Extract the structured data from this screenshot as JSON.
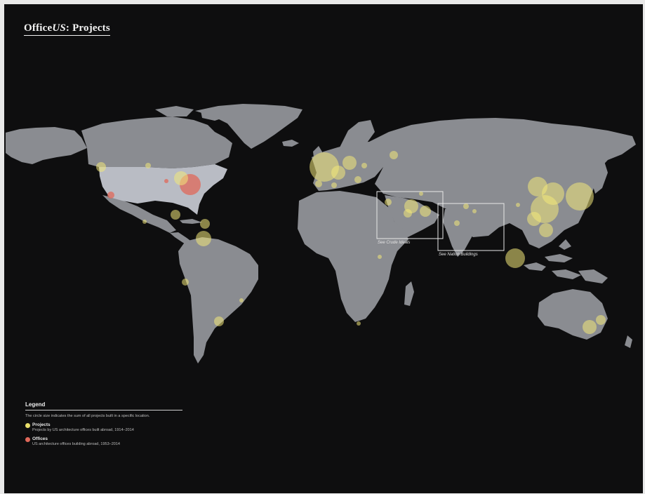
{
  "title": {
    "prefix": "Office",
    "italic": "US",
    "suffix": ": Projects"
  },
  "colors": {
    "background": "#0e0e0f",
    "land": "#8a8c91",
    "usa": "#b9bcc4",
    "project": "#f2e87a",
    "office": "#e0685a",
    "inset_box": "#e8e8e8"
  },
  "insets": [
    {
      "label": "See Crude Ideals"
    },
    {
      "label": "See Nation Buildings"
    }
  ],
  "legend": {
    "title": "Legend",
    "note": "The circle size indicates the sum of all projects built in a specific location.",
    "items": [
      {
        "name": "Projects",
        "description": "Projects by US architecture offices built abroad, 1914–2014",
        "color": "#e9df6a"
      },
      {
        "name": "Offices",
        "description": "US architecture offices building abroad, 1953–2014",
        "color": "#e0685a"
      }
    ]
  }
}
